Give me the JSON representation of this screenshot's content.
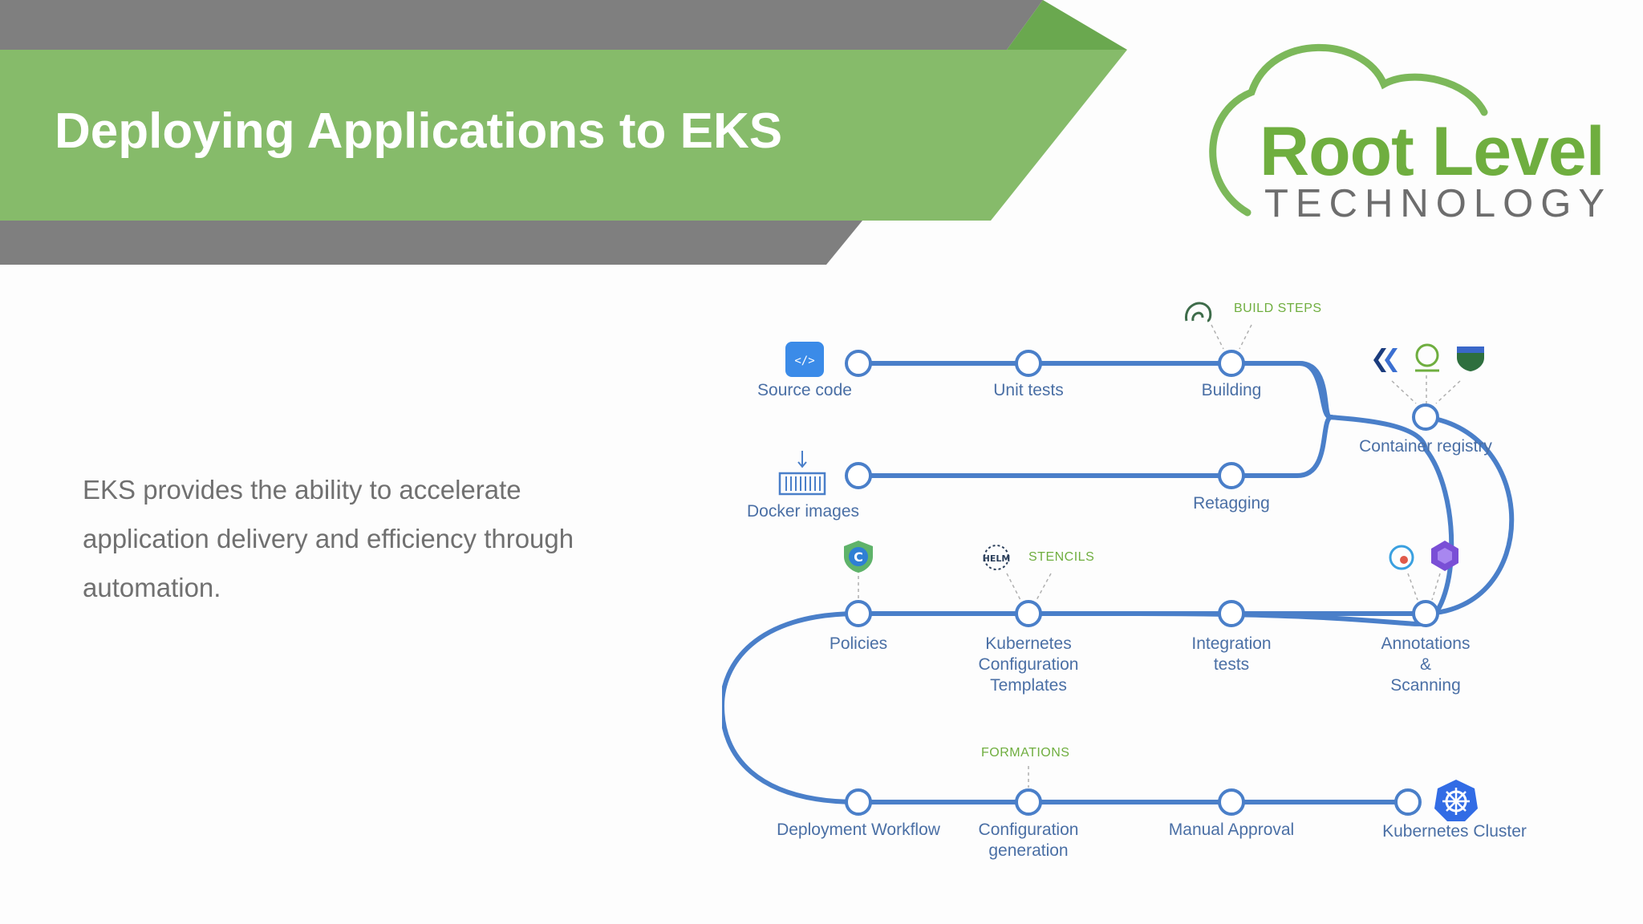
{
  "slide": {
    "title": "Deploying Applications to EKS",
    "description": "EKS provides the ability to accelerate application delivery and efficiency through automation."
  },
  "logo": {
    "main": "Root Level",
    "sub": "TECHNOLOGY"
  },
  "pipeline": {
    "stages": {
      "source_code": "Source code",
      "unit_tests": "Unit tests",
      "building": "Building",
      "container_registry": "Container registry",
      "docker_images": "Docker images",
      "retagging": "Retagging",
      "policies": "Policies",
      "kubernetes_config_templates": [
        "Kubernetes",
        "Configuration",
        "Templates"
      ],
      "integration_tests": [
        "Integration",
        "tests"
      ],
      "annotations_scanning": [
        "Annotations",
        "&",
        "Scanning"
      ],
      "deployment_workflow": "Deployment Workflow",
      "configuration_generation": [
        "Configuration",
        "generation"
      ],
      "manual_approval": "Manual Approval",
      "kubernetes_cluster": "Kubernetes Cluster"
    },
    "tool_labels": {
      "build_steps": "BUILD STEPS",
      "stencils": "STENCILS",
      "formations": "FORMATIONS",
      "helm": "HELM"
    }
  },
  "colors": {
    "banner_green": "#86bb6a",
    "banner_green_dark": "#6aa84f",
    "banner_gray": "#7f7f7f",
    "pipeline_blue": "#4a7fc9",
    "label_blue": "#4a6fa5",
    "tool_green": "#6fae3f",
    "body_text": "#707070"
  }
}
